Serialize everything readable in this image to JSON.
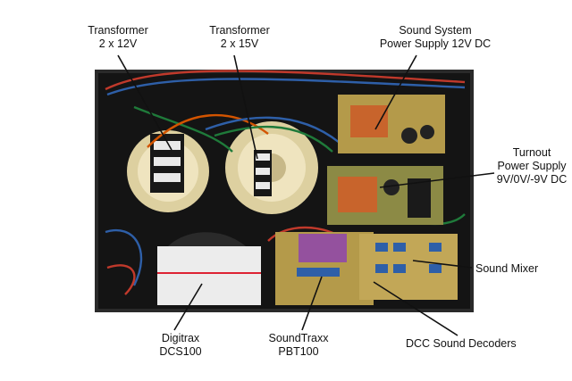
{
  "labels": {
    "transformer_12v": {
      "line1": "Transformer",
      "line2": "2 x 12V"
    },
    "transformer_15v": {
      "line1": "Transformer",
      "line2": "2 x 15V"
    },
    "sound_supply": {
      "line1": "Sound System",
      "line2": "Power Supply 12V DC"
    },
    "turnout_supply": {
      "line1": "Turnout",
      "line2": "Power Supply",
      "line3": "9V/0V/-9V DC"
    },
    "sound_mixer": {
      "line1": "Sound Mixer"
    },
    "digitrax": {
      "line1": "Digitrax",
      "line2": "DCS100"
    },
    "soundtraxx": {
      "line1": "SoundTraxx",
      "line2": "PBT100"
    },
    "decoders": {
      "line1": "DCC Sound Decoders"
    }
  },
  "colors": {
    "chassis": "#111111",
    "board": "#b49a4a",
    "toroid": "#e8d9a8",
    "transformer_block": "#c8642c"
  }
}
